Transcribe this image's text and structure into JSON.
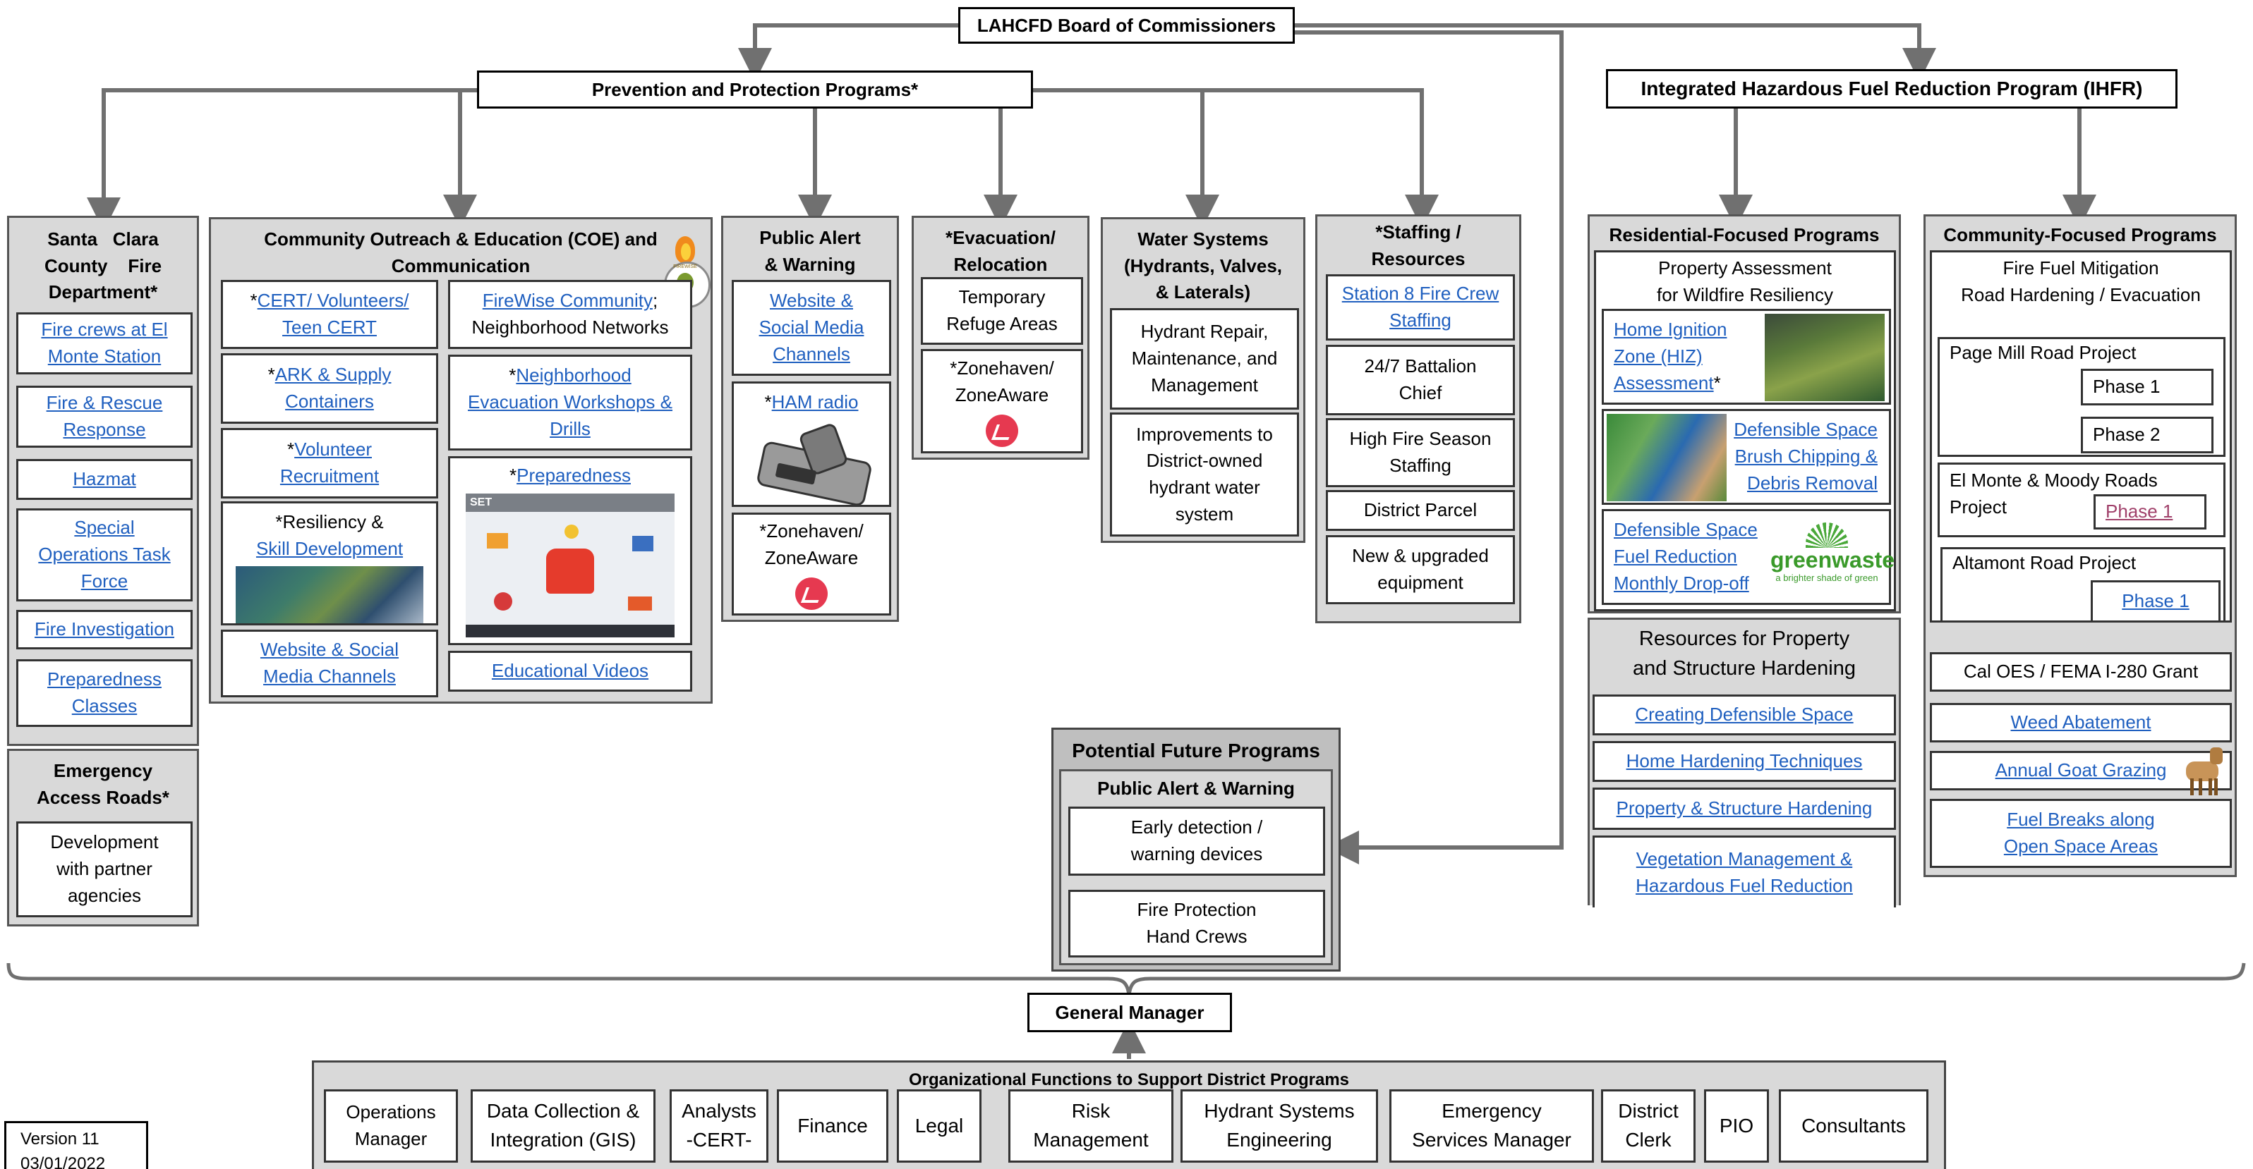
{
  "board": "LAHCFD Board of Commissioners",
  "prevention_title": "Prevention and Protection Programs*",
  "ihfr_title": "Integrated Hazardous Fuel Reduction Program (IHFR)",
  "scc": {
    "title": [
      "Santa   Clara",
      "County    Fire",
      "Department*"
    ],
    "items": [
      [
        "Fire crews at El",
        "Monte Station"
      ],
      [
        "Fire & Rescue",
        "Response"
      ],
      [
        "Hazmat"
      ],
      [
        "Special",
        "Operations Task",
        "Force"
      ],
      [
        "Fire Investigation"
      ],
      [
        "Preparedness",
        "Classes"
      ]
    ]
  },
  "ear": {
    "title": [
      "Emergency",
      "Access Roads*"
    ],
    "item": [
      "Development",
      "with partner",
      "agencies"
    ]
  },
  "coe": {
    "title": [
      "Community Outreach & Education (COE) and",
      "Communication"
    ],
    "cert": {
      "pre": "*",
      "link": "CERT/ Volunteers/",
      "line2": "Teen CERT"
    },
    "ark": {
      "pre": "*",
      "link": "ARK & Supply",
      "line2": "Containers"
    },
    "volunteer": {
      "pre": "*",
      "link": "Volunteer",
      "line2": "Recruitment"
    },
    "resiliency": {
      "line1": "*Resiliency &",
      "link": "Skill Development"
    },
    "website": [
      "Website & Social",
      "Media Channels"
    ],
    "firewise": {
      "link": "FireWise Community",
      "after": ";",
      "line2": "Neighborhood Networks"
    },
    "firewise_logo": "FIREWISE",
    "neighborhood": {
      "pre": "*",
      "link": "Neighborhood",
      "line2": "Evacuation Workshops &",
      "line3": "Drills"
    },
    "preparedness": {
      "pre": "*",
      "link": "Preparedness"
    },
    "set_label": "SET",
    "videos": "Educational Videos"
  },
  "alert": {
    "title": [
      "Public Alert",
      "& Warning"
    ],
    "website": [
      "Website &",
      "Social Media",
      "Channels"
    ],
    "ham": {
      "pre": "*",
      "link": "HAM radio"
    },
    "zone": [
      "*Zonehaven/",
      "ZoneAware"
    ]
  },
  "evac": {
    "title": [
      "*Evacuation/",
      "Relocation"
    ],
    "refuge": [
      "Temporary",
      "Refuge Areas"
    ],
    "zone": [
      "*Zonehaven/",
      "ZoneAware"
    ]
  },
  "water": {
    "title": [
      "Water Systems",
      "(Hydrants, Valves,",
      "& Laterals)"
    ],
    "repair": [
      "Hydrant Repair,",
      "Maintenance, and",
      "Management"
    ],
    "improve": [
      "Improvements to",
      "District-owned",
      "hydrant water",
      "system"
    ]
  },
  "staffing": {
    "title": [
      "*Staffing /",
      "Resources"
    ],
    "station8": [
      "Station 8 Fire Crew",
      "Staffing"
    ],
    "battalion": [
      "24/7 Battalion",
      "Chief"
    ],
    "season": [
      "High Fire Season",
      "Staffing"
    ],
    "parcel": "District Parcel",
    "equipment": [
      "New & upgraded",
      "equipment"
    ]
  },
  "future": {
    "title": "Potential Future Programs",
    "sub": "Public Alert & Warning",
    "early": [
      "Early detection /",
      "warning devices"
    ],
    "hand": [
      "Fire Protection",
      "Hand Crews"
    ]
  },
  "residential": {
    "title": "Residential-Focused Programs",
    "sub": [
      "Property Assessment",
      "for Wildfire Resiliency"
    ],
    "hiz": {
      "link1": "Home Ignition",
      "link2": "Zone (HIZ)",
      "link3": "Assessment",
      "after": "*"
    },
    "chip": [
      "Defensible Space",
      "Brush Chipping &",
      "Debris Removal"
    ],
    "dropoff": [
      "Defensible Space",
      "Fuel Reduction",
      "Monthly Drop-off"
    ],
    "greenwaste": "greenwaste",
    "greenwaste_tag": "a brighter shade of green",
    "resources": [
      "Resources for Property",
      "and Structure Hardening"
    ],
    "creating": "Creating Defensible Space",
    "hardening": "Home Hardening Techniques",
    "structure": "Property & Structure Hardening",
    "veg": [
      "Vegetation Management &",
      "Hazardous Fuel Reduction"
    ]
  },
  "community": {
    "title": "Community-Focused Programs",
    "sub": [
      "Fire Fuel Mitigation",
      "Road Hardening / Evacuation"
    ],
    "pagemill": "Page Mill Road Project",
    "phase1": "Phase 1",
    "phase2": "Phase 2",
    "elmonte": [
      "El Monte & Moody Roads",
      "Project"
    ],
    "altamont": "Altamont Road Project",
    "calOES": "Cal OES / FEMA I-280 Grant",
    "weed": "Weed Abatement",
    "goat": "Annual Goat Grazing",
    "breaks": [
      "Fuel Breaks along",
      "Open Space Areas"
    ]
  },
  "gm": "General Manager",
  "org": {
    "title": "Organizational Functions to Support District Programs",
    "items": [
      [
        "Operations",
        "Manager"
      ],
      [
        "Data Collection &",
        "Integration (GIS)"
      ],
      [
        "Analysts",
        "-CERT-"
      ],
      [
        "Finance"
      ],
      [
        "Legal"
      ],
      [
        "Risk",
        "Management"
      ],
      [
        "Hydrant Systems",
        "Engineering"
      ],
      [
        "Emergency",
        "Services Manager"
      ],
      [
        "District",
        "Clerk"
      ],
      [
        "PIO"
      ],
      [
        "Consultants"
      ]
    ]
  },
  "version": [
    "Version 11",
    "03/01/2022"
  ]
}
